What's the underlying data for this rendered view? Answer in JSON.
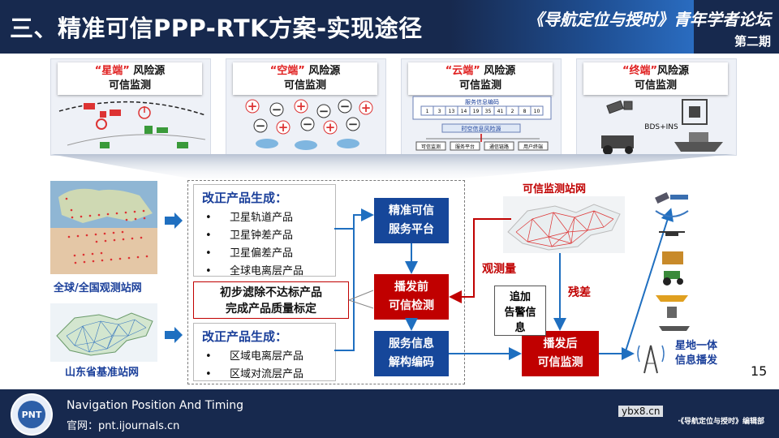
{
  "header": {
    "title": "三、精准可信PPP-RTK方案-实现途径",
    "forum": "《导航定位与授时》青年学者论坛",
    "issue": "第二期"
  },
  "risk_panels": [
    {
      "quoted": "“星端”",
      "rest": " 风险源",
      "line2": "可信监测"
    },
    {
      "quoted": "“空端”",
      "rest": " 风险源",
      "line2": "可信监测"
    },
    {
      "quoted": "“云端”",
      "rest": " 风险源",
      "line2": "可信监测"
    },
    {
      "quoted": "“终端”",
      "rest": "风险源",
      "line2": "可信监测"
    }
  ],
  "cloud_panel": {
    "title": "服务信息编码",
    "numbers": [
      "1",
      "3",
      "13",
      "14",
      "19",
      "35",
      "41",
      "2",
      "8",
      "10"
    ],
    "middle": "时空信息风险源",
    "bottom": [
      "可信监测",
      "服务平台",
      "通信链路",
      "用户终端"
    ]
  },
  "terminal_panel": {
    "label": "BDS+INS"
  },
  "global_map": {
    "label": "全球/全国观测站网"
  },
  "shandong_map": {
    "label": "山东省基准站网"
  },
  "correction_global": {
    "title": "改正产品生成：",
    "items": [
      "卫星轨道产品",
      "卫星钟差产品",
      "卫星偏差产品",
      "全球电离层产品"
    ]
  },
  "correction_regional": {
    "title": "改正产品生成：",
    "items": [
      "区域电离层产品",
      "区域对流层产品"
    ]
  },
  "filter_box": {
    "line1": "初步滤除不达标产品",
    "line2": "完成产品质量标定"
  },
  "blue_boxes": {
    "platform": {
      "line1": "精准可信",
      "line2": "服务平台"
    },
    "decode": {
      "line1": "服务信息",
      "line2": "解构编码"
    }
  },
  "red_boxes": {
    "pre": {
      "line1": "播发前",
      "line2": "可信检测"
    },
    "post": {
      "line1": "播发后",
      "line2": "可信监测"
    }
  },
  "monitor_net": {
    "label": "可信监测站网"
  },
  "labels": {
    "observations": "观测量",
    "residual": "残差"
  },
  "alarm_box": {
    "line1": "追加",
    "line2": "告警信",
    "line3": "息"
  },
  "broadcast": {
    "line1": "星地一体",
    "line2": "信息播发"
  },
  "page_number": "15",
  "footer": {
    "en": "Navigation Position And Timing",
    "url": "官网：pnt.ijournals.cn",
    "credit": "·《导航定位与授时》编辑部",
    "logo_text": "PNT"
  },
  "watermark": "ybx8.cn",
  "colors": {
    "navy": "#17294e",
    "blue_box": "#16479a",
    "red_box": "#c00000",
    "accent_red": "#e02020"
  }
}
